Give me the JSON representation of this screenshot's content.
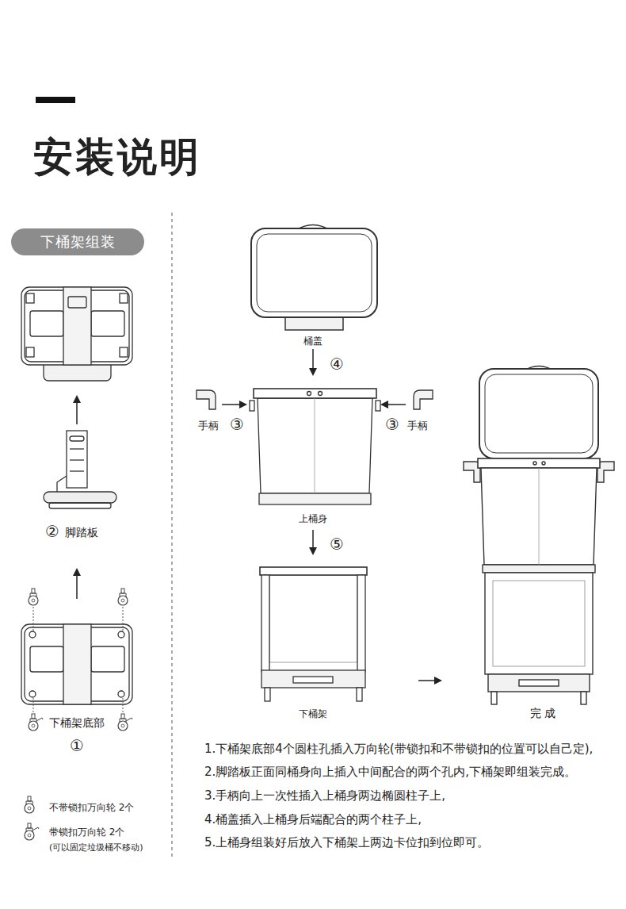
{
  "diagram": {
    "title": "安装说明",
    "nodes": [
      {
        "text": [
          "下桶架组装"
        ]
      }
    ],
    "labels": [
      "②",
      "脚踏板",
      "下桶架底部",
      "①",
      "桶盖",
      "④",
      "手柄",
      "③",
      "③",
      "手柄",
      "上桶身",
      "⑤",
      "下桶架",
      "完 成",
      "1.下桶架底部4个圆柱孔插入万向轮(带锁扣和不带锁扣的位置可以自己定),",
      "2.脚踏板正面同桶身向上插入中间配合的两个孔内,下桶架即组装完成。",
      "3.手柄向上一次性插入上桶身两边椭圆柱子上,",
      "4.桶盖插入上桶身后端配合的两个柱子上,",
      "5.上桶身组装好后放入下桶架上两边卡位扣到位即可。",
      "(可以固定垃圾桶不移动)"
    ],
    "legend": [
      {
        "text": "不带锁扣万向轮 2个"
      },
      {
        "text": "带锁扣万向轮 2个"
      }
    ]
  }
}
